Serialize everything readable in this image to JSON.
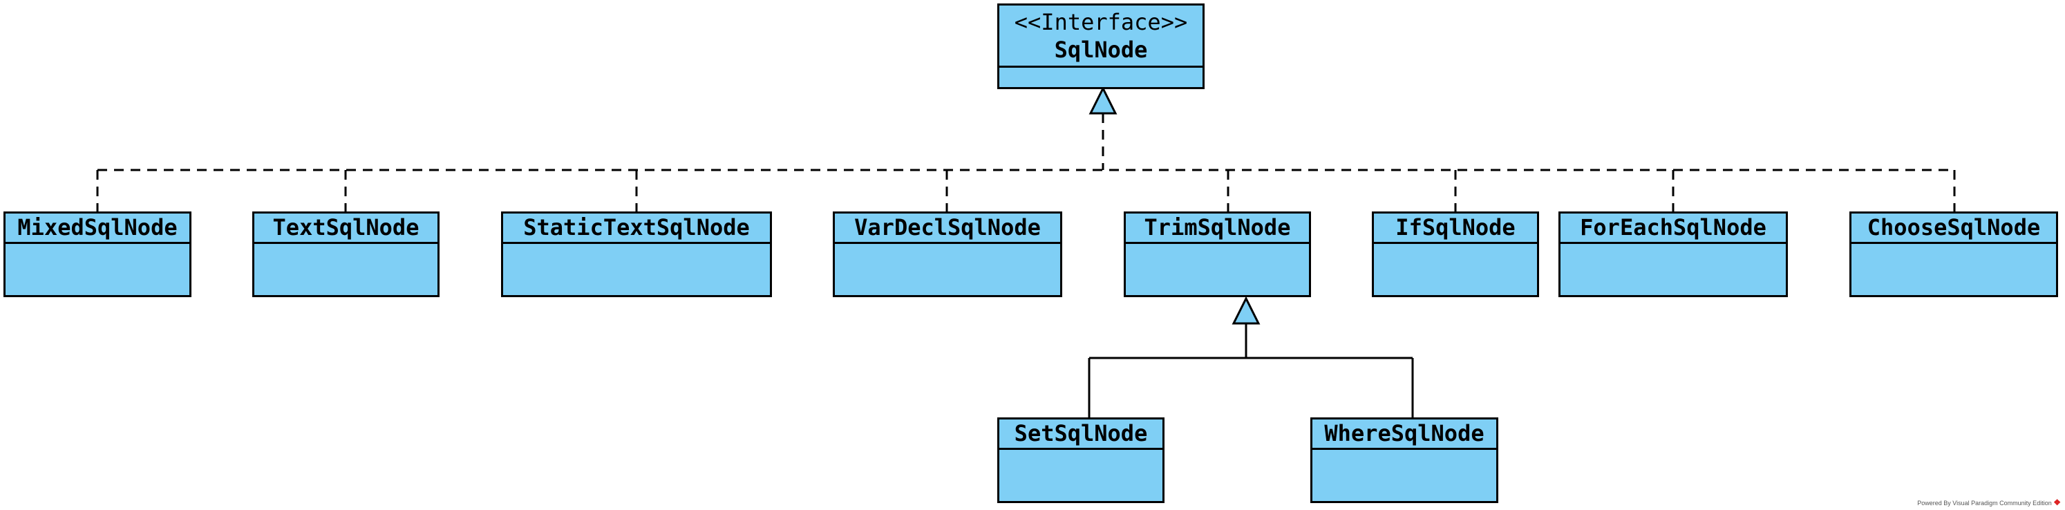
{
  "colors": {
    "class_fill": "#7fcff5",
    "stroke": "#000000"
  },
  "interface": {
    "stereotype": "<<Interface>>",
    "name": "SqlNode"
  },
  "classes": {
    "mixed": "MixedSqlNode",
    "text": "TextSqlNode",
    "static_text": "StaticTextSqlNode",
    "var_decl": "VarDeclSqlNode",
    "trim": "TrimSqlNode",
    "if": "IfSqlNode",
    "for_each": "ForEachSqlNode",
    "choose": "ChooseSqlNode",
    "set": "SetSqlNode",
    "where": "WhereSqlNode"
  },
  "relations": [
    {
      "type": "realization",
      "from": "MixedSqlNode",
      "to": "SqlNode"
    },
    {
      "type": "realization",
      "from": "TextSqlNode",
      "to": "SqlNode"
    },
    {
      "type": "realization",
      "from": "StaticTextSqlNode",
      "to": "SqlNode"
    },
    {
      "type": "realization",
      "from": "VarDeclSqlNode",
      "to": "SqlNode"
    },
    {
      "type": "realization",
      "from": "TrimSqlNode",
      "to": "SqlNode"
    },
    {
      "type": "realization",
      "from": "IfSqlNode",
      "to": "SqlNode"
    },
    {
      "type": "realization",
      "from": "ForEachSqlNode",
      "to": "SqlNode"
    },
    {
      "type": "realization",
      "from": "ChooseSqlNode",
      "to": "SqlNode"
    },
    {
      "type": "generalization",
      "from": "SetSqlNode",
      "to": "TrimSqlNode"
    },
    {
      "type": "generalization",
      "from": "WhereSqlNode",
      "to": "TrimSqlNode"
    }
  ],
  "watermark": {
    "text": "Powered By Visual Paradigm Community Edition",
    "logo_icon": "visual-paradigm-logo-icon"
  }
}
